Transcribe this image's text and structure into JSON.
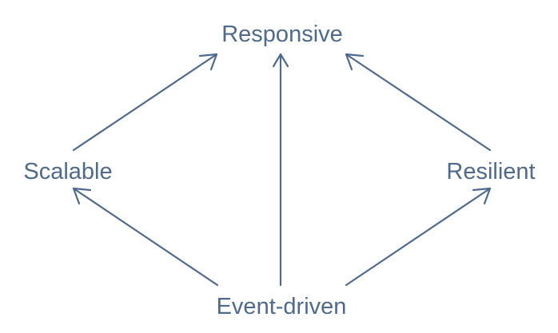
{
  "diagram": {
    "colors": {
      "ink": "#4f6a8f",
      "background": "#ffffff"
    },
    "nodes": {
      "responsive": "Responsive",
      "scalable": "Scalable",
      "resilient": "Resilient",
      "event_driven": "Event-driven"
    },
    "edges": [
      {
        "from": "scalable",
        "to": "responsive"
      },
      {
        "from": "event_driven",
        "to": "responsive"
      },
      {
        "from": "resilient",
        "to": "responsive"
      },
      {
        "from": "event_driven",
        "to": "scalable"
      },
      {
        "from": "event_driven",
        "to": "resilient"
      }
    ]
  }
}
